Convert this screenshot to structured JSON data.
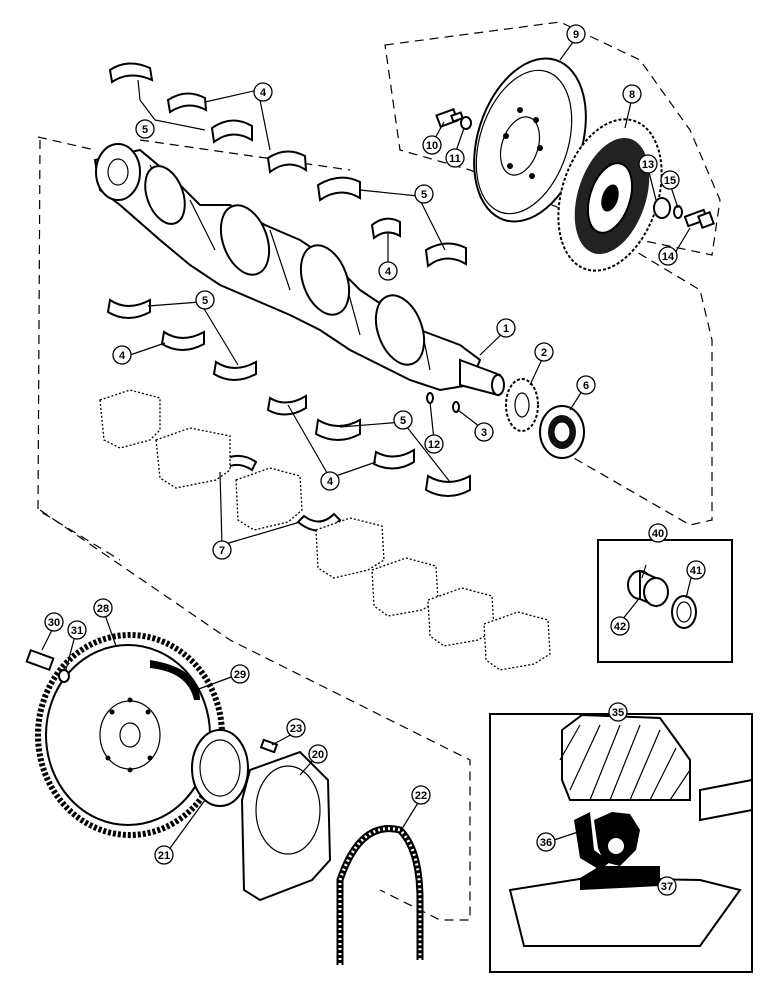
{
  "figure": {
    "callouts": [
      {
        "id": "c1",
        "label": "1"
      },
      {
        "id": "c2",
        "label": "2"
      },
      {
        "id": "c3",
        "label": "3"
      },
      {
        "id": "c4a",
        "label": "4"
      },
      {
        "id": "c4b",
        "label": "4"
      },
      {
        "id": "c4c",
        "label": "4"
      },
      {
        "id": "c4d",
        "label": "4"
      },
      {
        "id": "c5a",
        "label": "5"
      },
      {
        "id": "c5b",
        "label": "5"
      },
      {
        "id": "c5c",
        "label": "5"
      },
      {
        "id": "c5d",
        "label": "5"
      },
      {
        "id": "c6",
        "label": "6"
      },
      {
        "id": "c7",
        "label": "7"
      },
      {
        "id": "c8",
        "label": "8"
      },
      {
        "id": "c9",
        "label": "9"
      },
      {
        "id": "c10",
        "label": "10"
      },
      {
        "id": "c11",
        "label": "11"
      },
      {
        "id": "c12",
        "label": "12"
      },
      {
        "id": "c13",
        "label": "13"
      },
      {
        "id": "c14",
        "label": "14"
      },
      {
        "id": "c15",
        "label": "15"
      },
      {
        "id": "c20",
        "label": "20"
      },
      {
        "id": "c21",
        "label": "21"
      },
      {
        "id": "c22",
        "label": "22"
      },
      {
        "id": "c23",
        "label": "23"
      },
      {
        "id": "c28",
        "label": "28"
      },
      {
        "id": "c29",
        "label": "29"
      },
      {
        "id": "c30",
        "label": "30"
      },
      {
        "id": "c31",
        "label": "31"
      },
      {
        "id": "c35",
        "label": "35"
      },
      {
        "id": "c36",
        "label": "36"
      },
      {
        "id": "c37",
        "label": "37"
      },
      {
        "id": "c40",
        "label": "40"
      },
      {
        "id": "c41",
        "label": "41"
      },
      {
        "id": "c42",
        "label": "42"
      }
    ]
  }
}
